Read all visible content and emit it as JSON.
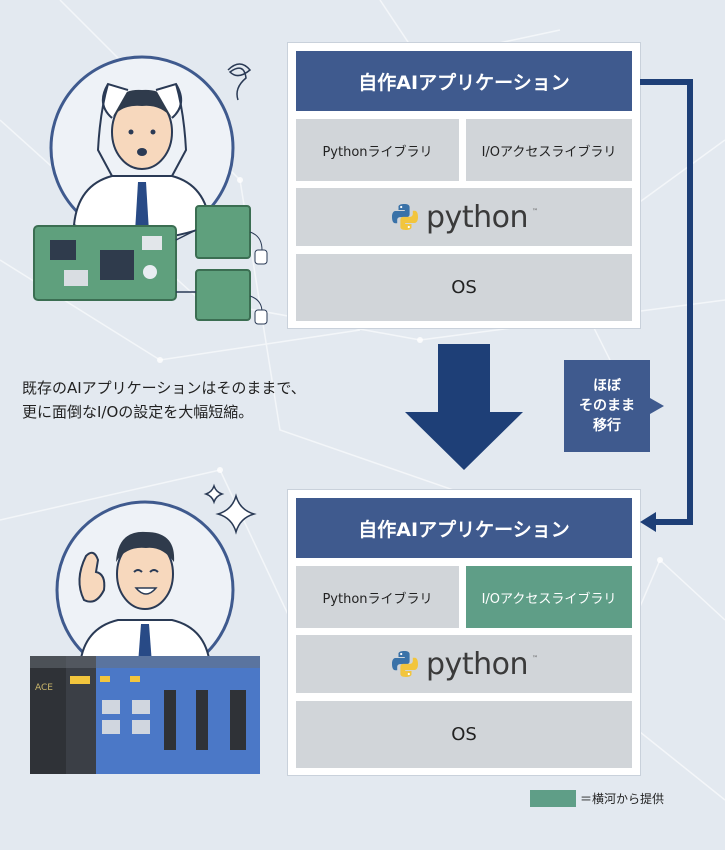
{
  "colors": {
    "app_layer": "#3f5a8e",
    "layer_gray": "#d1d5d9",
    "provided_green": "#5f9e87",
    "arrow_navy": "#1e3f77"
  },
  "stack_before": {
    "app_label": "自作AIアプリケーション",
    "lib_python": "Pythonライブラリ",
    "lib_io": "I/Oアクセスライブラリ",
    "python_logo_text": "python",
    "python_tm": "™",
    "os_label": "OS"
  },
  "stack_after": {
    "app_label": "自作AIアプリケーション",
    "lib_python": "Pythonライブラリ",
    "lib_io": "I/Oアクセスライブラリ",
    "python_logo_text": "python",
    "python_tm": "™",
    "os_label": "OS"
  },
  "caption": {
    "line1": "既存のAIアプリケーションはそのままで、",
    "line2": "更に面倒なI/Oの設定を大幅短縮。"
  },
  "migrate_badge": {
    "line1": "ほぼ",
    "line2": "そのまま",
    "line3": "移行"
  },
  "hardware_brand": "ACE",
  "legend": {
    "label": "＝横河から提供"
  },
  "icons": [
    "worried-person-icon",
    "happy-person-icon",
    "circuit-board-icon",
    "sparkle-icon",
    "python-logo-icon",
    "plc-hardware-icon",
    "down-arrow-icon",
    "migration-arrow-icon"
  ]
}
